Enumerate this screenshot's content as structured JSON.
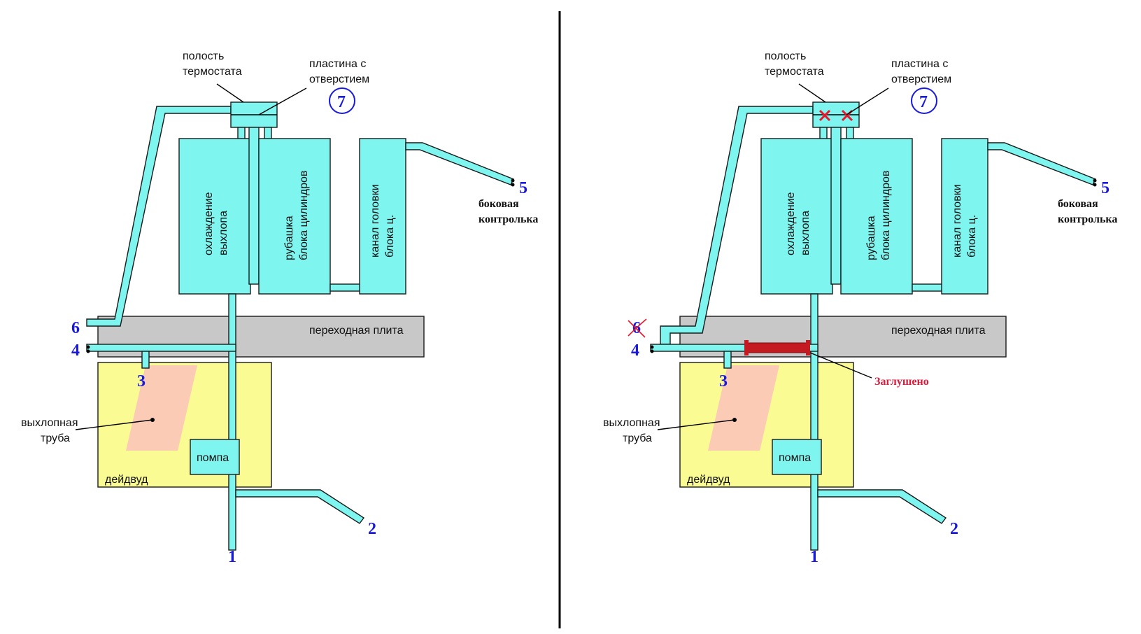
{
  "panels": [
    {
      "id": "left",
      "labels": {
        "thermostat_cavity": [
          "полость",
          "термостата"
        ],
        "plate_with_hole": [
          "пластина с",
          "отверстием"
        ],
        "exhaust_cooling": [
          "охлаждение",
          "выхлопа"
        ],
        "block_jacket": [
          "рубашка",
          "блока цилиндров"
        ],
        "head_channel": [
          "канал головки",
          "блока ц."
        ],
        "side_tell_tale": [
          "боковая",
          "контролька"
        ],
        "adapter_plate": "переходная плита",
        "exhaust_pipe": [
          "выхлопная",
          "труба"
        ],
        "deadwood": "дейдвуд",
        "pump": "помпа"
      },
      "numbers": {
        "n1": "1",
        "n2": "2",
        "n3": "3",
        "n4": "4",
        "n5": "5",
        "n6": "6",
        "n7": "7"
      }
    },
    {
      "id": "right",
      "labels": {
        "thermostat_cavity": [
          "полость",
          "термостата"
        ],
        "plate_with_hole": [
          "пластина с",
          "отверстием"
        ],
        "exhaust_cooling": [
          "охлаждение",
          "выхлопа"
        ],
        "block_jacket": [
          "рубашка",
          "блока цилиндров"
        ],
        "head_channel": [
          "канал головки",
          "блока ц."
        ],
        "side_tell_tale": [
          "боковая",
          "контролька"
        ],
        "adapter_plate": "переходная плита",
        "exhaust_pipe": [
          "выхлопная",
          "труба"
        ],
        "deadwood": "дейдвуд",
        "pump": "помпа",
        "plugged": "Заглушено"
      },
      "numbers": {
        "n1": "1",
        "n2": "2",
        "n3": "3",
        "n4": "4",
        "n5": "5",
        "n6": "6",
        "n7": "7"
      },
      "crossed_out": [
        "n6",
        "plate_holes"
      ]
    }
  ],
  "colors": {
    "water_channel": "#7ff5f0",
    "adapter_plate": "#c8c8c8",
    "deadwood": "#fbfb93",
    "exhaust_pipe": "#fbcbb6",
    "numbers": "#1a1adc",
    "plug": "#c41a22",
    "cross": "#e8172b"
  }
}
